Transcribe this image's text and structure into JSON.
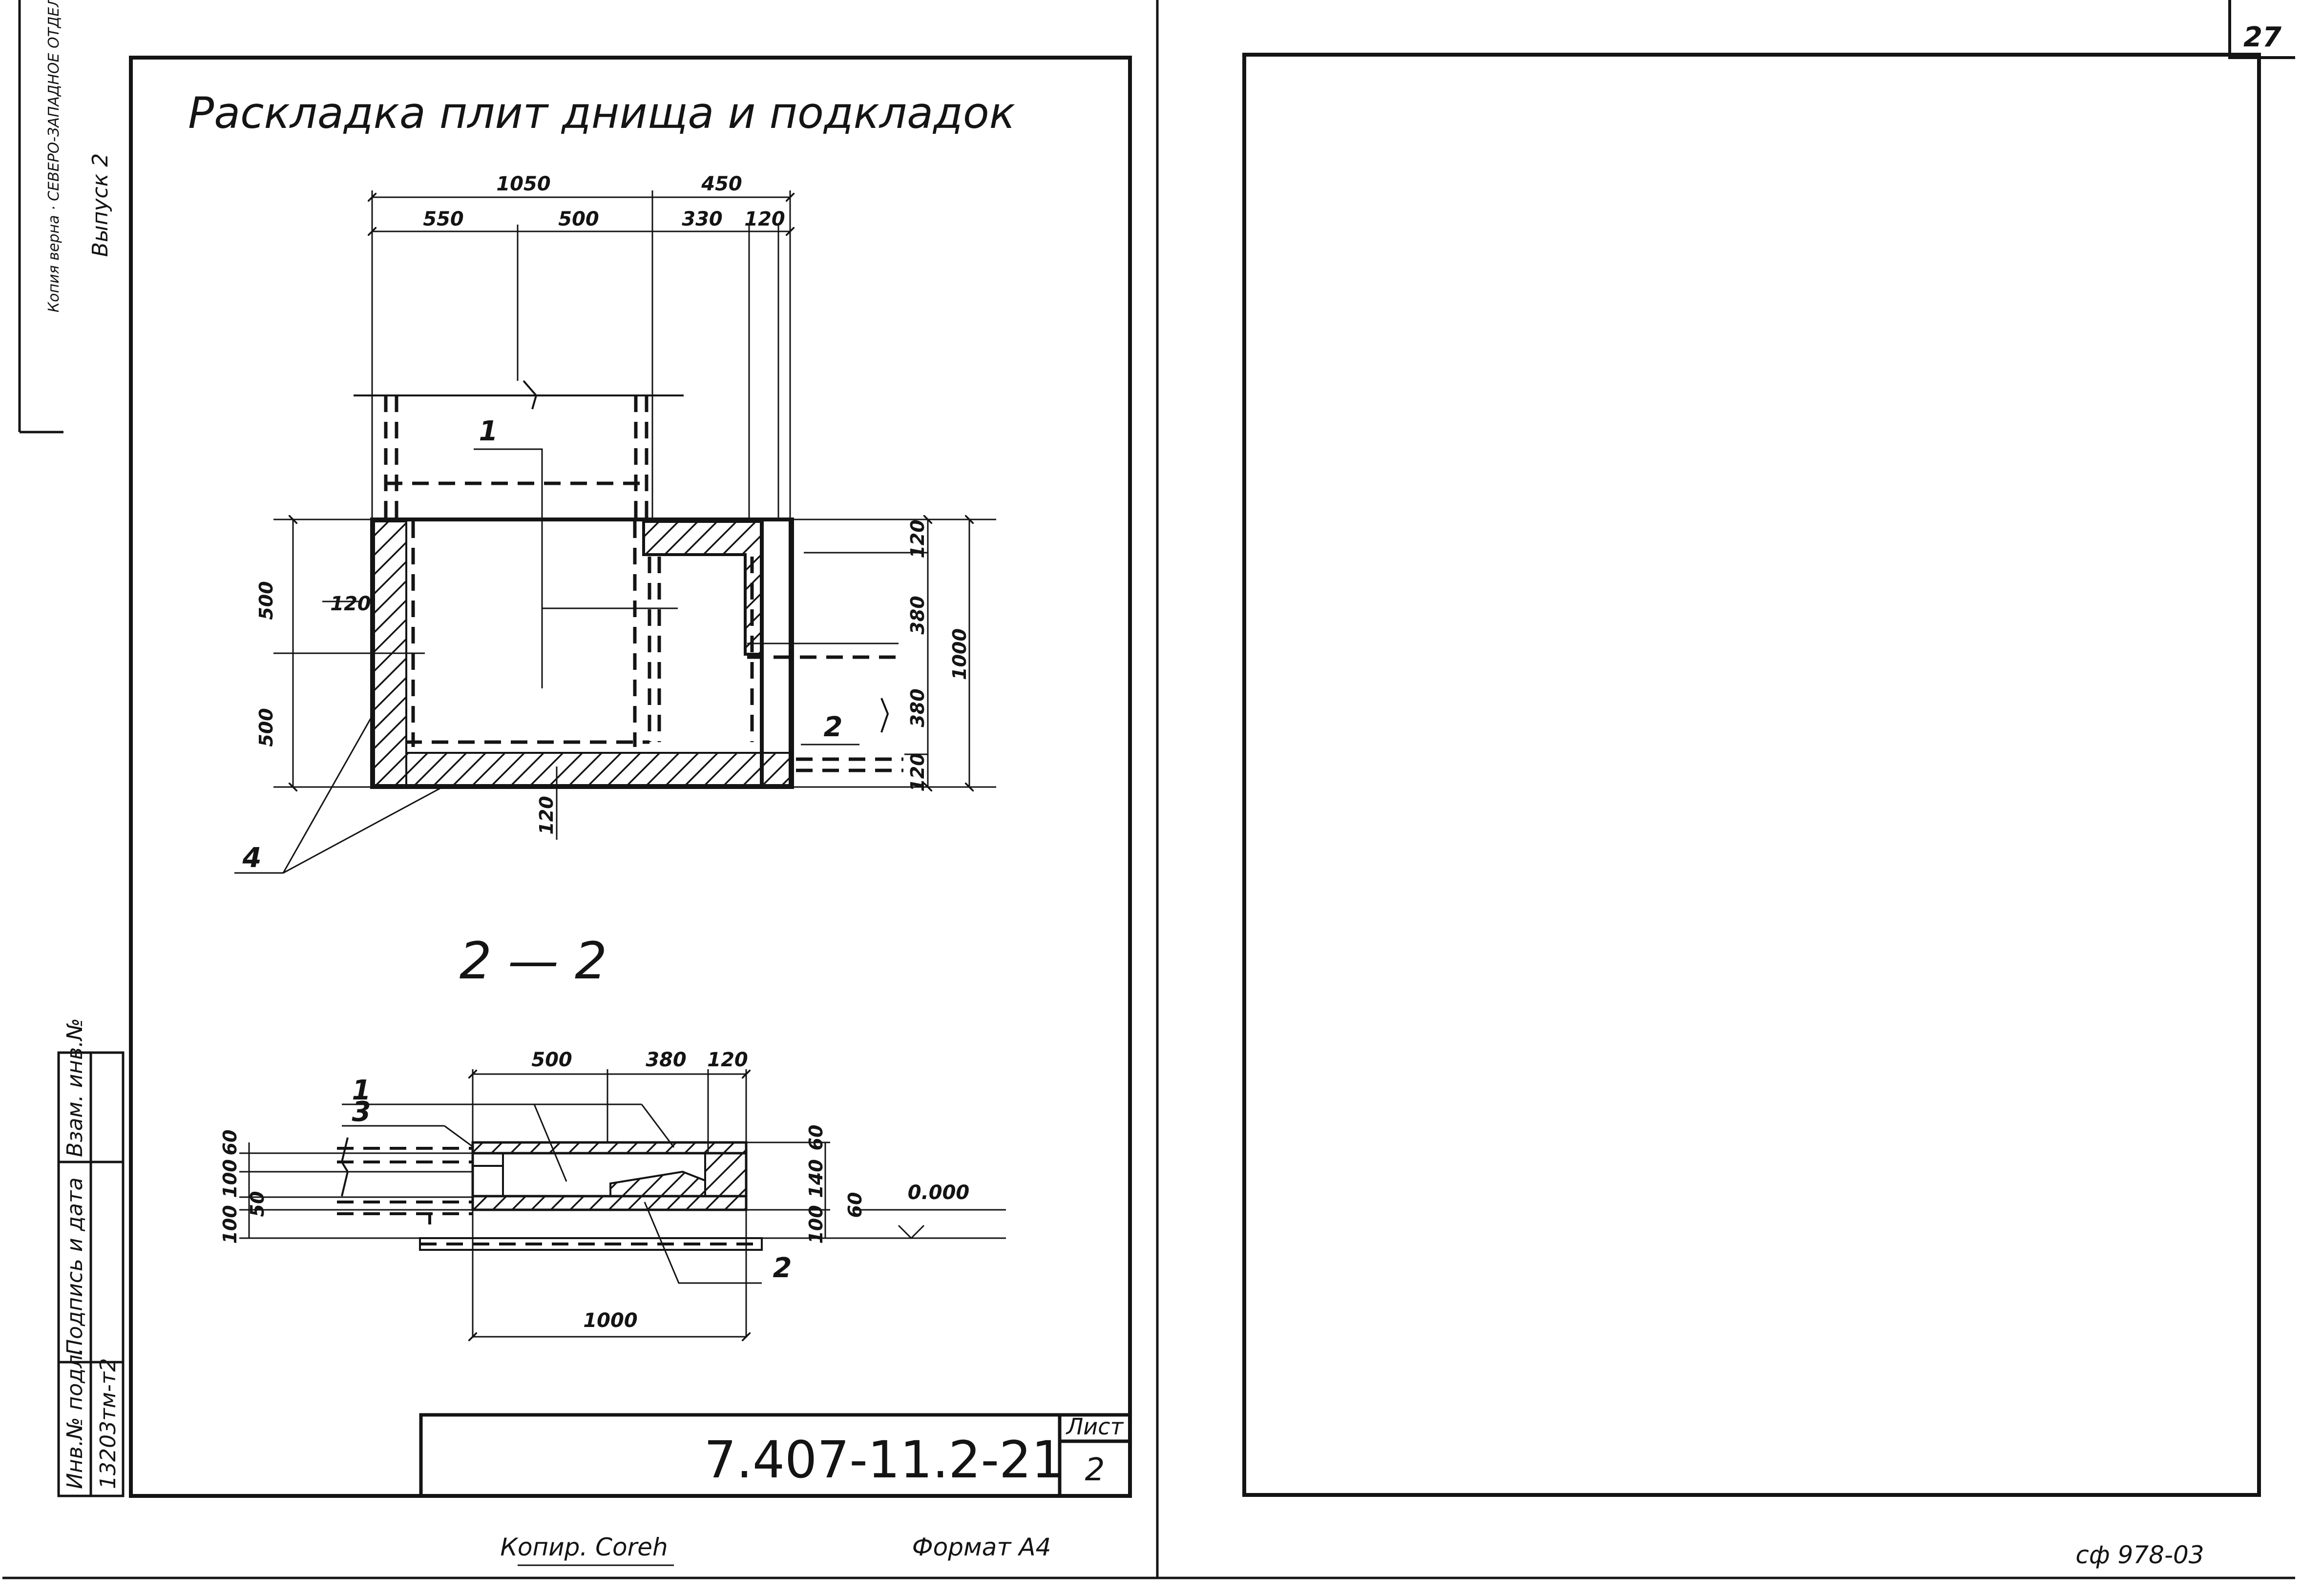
{
  "page_number": "27",
  "title": "Раскладка плит днища и подкладок",
  "plan": {
    "dims_top_overall": [
      "1050",
      "450"
    ],
    "dims_top_detail": [
      "550",
      "500",
      "330",
      "120"
    ],
    "dims_left": [
      "500",
      "500"
    ],
    "dim_inner_left": "120",
    "dim_bottom": "120",
    "dims_right_inner": [
      "120",
      "380",
      "380",
      "120"
    ],
    "dim_right_overall": "1000",
    "leader_1": "1",
    "leader_2": "2",
    "leader_4": "4"
  },
  "section": {
    "title": "2 — 2",
    "dims_top": [
      "500",
      "380",
      "120"
    ],
    "dims_left": [
      "60",
      "100",
      "50",
      "100"
    ],
    "dims_right": [
      "60",
      "140",
      "60",
      "100"
    ],
    "level_mark": "0.000",
    "dim_bottom": "1000",
    "leader_1": "1",
    "leader_2": "2",
    "leader_3": "3"
  },
  "side_stamp": {
    "release": "Выпуск 2",
    "scan_text": "Копия верна · СЕВЕРО-ЗАПАДНОЕ ОТДЕЛЕНИЕ",
    "fields": [
      "Инв.№ подл.",
      "Подпись и дата",
      "Взам. инв.№"
    ],
    "inv_value": "13203тм-т2"
  },
  "title_block": {
    "code": "7.407-11.2-21",
    "sheet_label": "Лист",
    "sheet_number": "2"
  },
  "bottom": {
    "copied": "Копир. Coreh",
    "format": "Формат А4",
    "ref": "сф 978-03"
  }
}
